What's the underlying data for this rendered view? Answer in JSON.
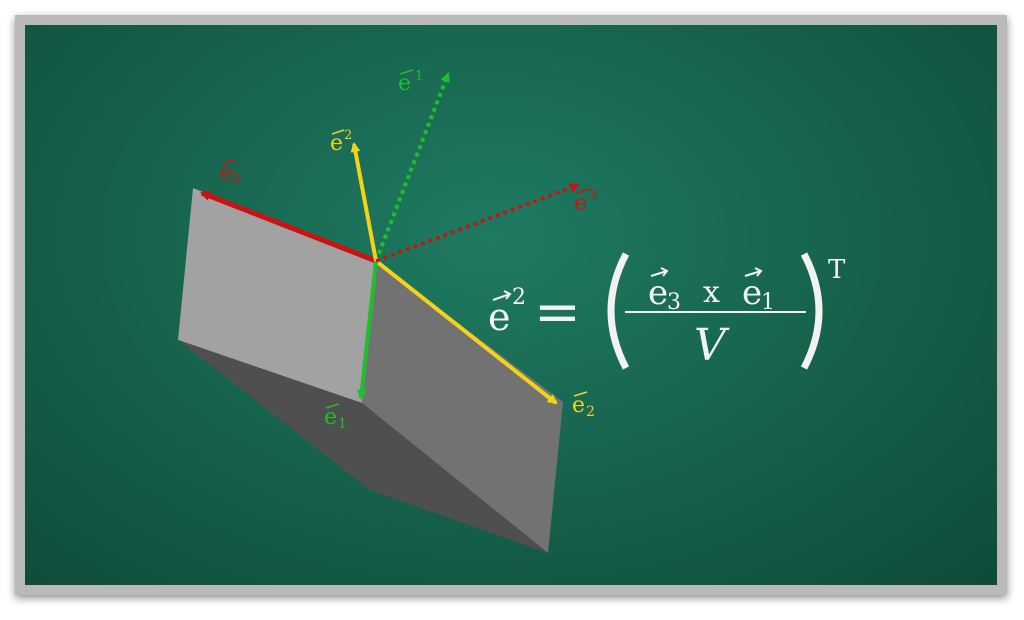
{
  "colors": {
    "red": "#cc1111",
    "yellow": "#f3d21a",
    "green": "#1fbe2a",
    "chalk": "#f2f2f2",
    "board": "#17654f"
  },
  "vectors": {
    "e1": {
      "base": "e",
      "sub": "1"
    },
    "e2": {
      "base": "e",
      "sub": "2"
    },
    "e3": {
      "base": "e",
      "sub": "3"
    },
    "e1_dual": {
      "base": "e",
      "sup": "1"
    },
    "e2_dual": {
      "base": "e",
      "sup": "2"
    },
    "e3_dual": {
      "base": "e",
      "sup": "3"
    }
  },
  "formula": {
    "lhs_base": "e",
    "lhs_sup": "2",
    "equals": "=",
    "num_a_base": "e",
    "num_a_sub": "3",
    "operator": "x",
    "num_b_base": "e",
    "num_b_sub": "1",
    "denominator": "V",
    "transpose": "T"
  }
}
